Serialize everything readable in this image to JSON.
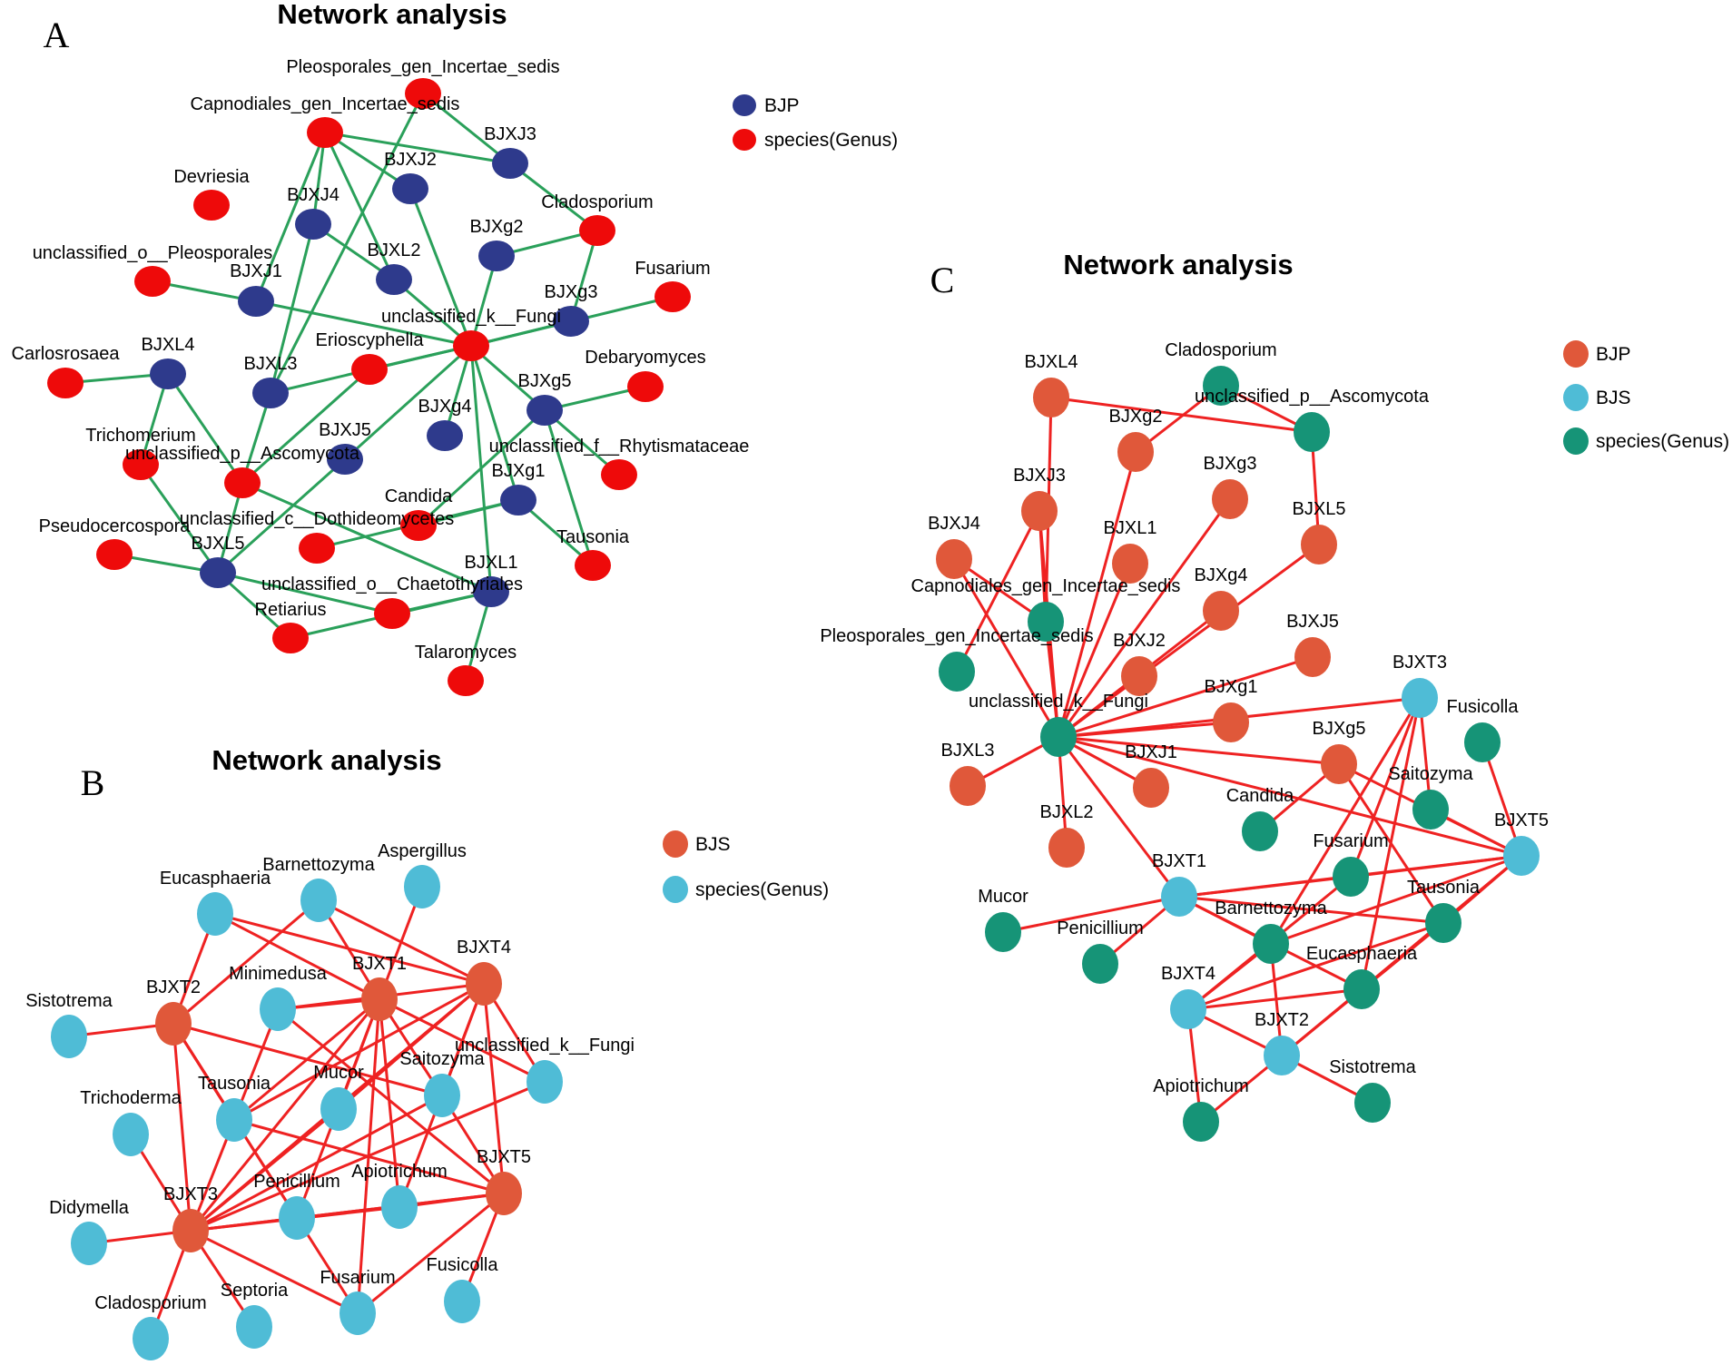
{
  "panels": [
    {
      "id": "A",
      "letter": "A",
      "title": "Network analysis",
      "edge_color": "#2aa05a",
      "legend": [
        {
          "label": "BJP",
          "color": "#2e3a8c"
        },
        {
          "label": "species(Genus)",
          "color": "#ee0a0a"
        }
      ],
      "nodes": [
        {
          "id": "BJXJ3",
          "label": "BJXJ3",
          "group": 0
        },
        {
          "id": "BJXJ2",
          "label": "BJXJ2",
          "group": 0
        },
        {
          "id": "BJXJ4",
          "label": "BJXJ4",
          "group": 0
        },
        {
          "id": "BJXg2",
          "label": "BJXg2",
          "group": 0
        },
        {
          "id": "BJXL2",
          "label": "BJXL2",
          "group": 0
        },
        {
          "id": "BJXJ1",
          "label": "BJXJ1",
          "group": 0
        },
        {
          "id": "BJXg3",
          "label": "BJXg3",
          "group": 0
        },
        {
          "id": "BJXL4",
          "label": "BJXL4",
          "group": 0
        },
        {
          "id": "BJXL3",
          "label": "BJXL3",
          "group": 0
        },
        {
          "id": "BJXJ5",
          "label": "BJXJ5",
          "group": 0
        },
        {
          "id": "BJXg4",
          "label": "BJXg4",
          "group": 0
        },
        {
          "id": "BJXg5",
          "label": "BJXg5",
          "group": 0
        },
        {
          "id": "BJXg1",
          "label": "BJXg1",
          "group": 0
        },
        {
          "id": "BJXL5",
          "label": "BJXL5",
          "group": 0
        },
        {
          "id": "BJXL1",
          "label": "BJXL1",
          "group": 0
        },
        {
          "id": "Pleo",
          "label": "Pleosporales_gen_Incertae_sedis",
          "group": 1
        },
        {
          "id": "Capn",
          "label": "Capnodiales_gen_Incertae_sedis",
          "group": 1
        },
        {
          "id": "Devr",
          "label": "Devriesia",
          "group": 1
        },
        {
          "id": "uoPleo",
          "label": "unclassified_o__Pleosporales",
          "group": 1
        },
        {
          "id": "Clad",
          "label": "Cladosporium",
          "group": 1
        },
        {
          "id": "Fusa",
          "label": "Fusarium",
          "group": 1
        },
        {
          "id": "ukF",
          "label": "unclassified_k__Fungi",
          "group": 1
        },
        {
          "id": "Carl",
          "label": "Carlosrosaea",
          "group": 1
        },
        {
          "id": "Erio",
          "label": "Erioscyphella",
          "group": 1
        },
        {
          "id": "Deba",
          "label": "Debaryomyces",
          "group": 1
        },
        {
          "id": "Tric",
          "label": "Trichomerium",
          "group": 1
        },
        {
          "id": "upA",
          "label": "unclassified_p__Ascomycota",
          "group": 1
        },
        {
          "id": "ufR",
          "label": "unclassified_f__Rhytismataceae",
          "group": 1
        },
        {
          "id": "Cand",
          "label": "Candida",
          "group": 1
        },
        {
          "id": "ucD",
          "label": "unclassified_c__Dothideomycetes",
          "group": 1
        },
        {
          "id": "Taus",
          "label": "Tausonia",
          "group": 1
        },
        {
          "id": "Pseu",
          "label": "Pseudocercospora",
          "group": 1
        },
        {
          "id": "uoC",
          "label": "unclassified_o__Chaetothyriales",
          "group": 1
        },
        {
          "id": "Reti",
          "label": "Retiarius",
          "group": 1
        },
        {
          "id": "Tala",
          "label": "Talaromyces",
          "group": 1
        }
      ],
      "edges": [
        [
          "Capn",
          "BJXJ3"
        ],
        [
          "Capn",
          "BJXJ2"
        ],
        [
          "Capn",
          "BJXJ4"
        ],
        [
          "Capn",
          "BJXL2"
        ],
        [
          "Capn",
          "BJXJ1"
        ],
        [
          "Pleo",
          "BJXJ3"
        ],
        [
          "Pleo",
          "BJXL3"
        ],
        [
          "BJXJ3",
          "Clad"
        ],
        [
          "Clad",
          "BJXg3"
        ],
        [
          "Clad",
          "BJXg2"
        ],
        [
          "BJXJ4",
          "BJXL2"
        ],
        [
          "BJXJ4",
          "BJXL3"
        ],
        [
          "ukF",
          "BJXJ2"
        ],
        [
          "ukF",
          "BJXg2"
        ],
        [
          "ukF",
          "BJXL2"
        ],
        [
          "ukF",
          "BJXJ1"
        ],
        [
          "ukF",
          "BJXg3"
        ],
        [
          "ukF",
          "Fusa"
        ],
        [
          "ukF",
          "BJXL3"
        ],
        [
          "ukF",
          "BJXJ5"
        ],
        [
          "ukF",
          "BJXg5"
        ],
        [
          "ukF",
          "BJXg4"
        ],
        [
          "ukF",
          "BJXg1"
        ],
        [
          "ukF",
          "BJXL1"
        ],
        [
          "ukF",
          "Erio"
        ],
        [
          "uoPleo",
          "BJXJ1"
        ],
        [
          "Carl",
          "BJXL4"
        ],
        [
          "BJXL4",
          "Tric"
        ],
        [
          "BJXL4",
          "upA"
        ],
        [
          "Erio",
          "upA"
        ],
        [
          "BJXJ5",
          "BJXL5"
        ],
        [
          "upA",
          "BJXL5"
        ],
        [
          "upA",
          "BJXL1"
        ],
        [
          "BJXg5",
          "Deba"
        ],
        [
          "BJXg5",
          "ufR"
        ],
        [
          "BJXg5",
          "Taus"
        ],
        [
          "BJXg5",
          "Cand"
        ],
        [
          "BJXg1",
          "Cand"
        ],
        [
          "BJXg1",
          "Taus"
        ],
        [
          "BJXg1",
          "ucD"
        ],
        [
          "Tric",
          "BJXL5"
        ],
        [
          "Pseu",
          "BJXL5"
        ],
        [
          "BJXL5",
          "uoC"
        ],
        [
          "BJXL5",
          "Reti"
        ],
        [
          "BJXL1",
          "uoC"
        ],
        [
          "BJXL1",
          "Tala"
        ],
        [
          "Reti",
          "BJXL1"
        ],
        [
          "BJXL3",
          "upA"
        ]
      ]
    },
    {
      "id": "B",
      "letter": "B",
      "title": "Network analysis",
      "edge_color": "#ee2222",
      "legend": [
        {
          "label": "BJS",
          "color": "#e0583a"
        },
        {
          "label": "species(Genus)",
          "color": "#4fbcd6"
        }
      ],
      "nodes": [
        {
          "id": "BJXT1",
          "label": "BJXT1",
          "group": 0
        },
        {
          "id": "BJXT4",
          "label": "BJXT4",
          "group": 0
        },
        {
          "id": "BJXT2",
          "label": "BJXT2",
          "group": 0
        },
        {
          "id": "BJXT3",
          "label": "BJXT3",
          "group": 0
        },
        {
          "id": "BJXT5",
          "label": "BJXT5",
          "group": 0
        },
        {
          "id": "Euca",
          "label": "Eucasphaeria",
          "group": 1
        },
        {
          "id": "Barn",
          "label": "Barnettozyma",
          "group": 1
        },
        {
          "id": "Aspe",
          "label": "Aspergillus",
          "group": 1
        },
        {
          "id": "Sist",
          "label": "Sistotrema",
          "group": 1
        },
        {
          "id": "Mini",
          "label": "Minimedusa",
          "group": 1
        },
        {
          "id": "ukF",
          "label": "unclassified_k__Fungi",
          "group": 1
        },
        {
          "id": "Tric",
          "label": "Trichoderma",
          "group": 1
        },
        {
          "id": "Taus",
          "label": "Tausonia",
          "group": 1
        },
        {
          "id": "Muco",
          "label": "Mucor",
          "group": 1
        },
        {
          "id": "Sait",
          "label": "Saitozyma",
          "group": 1
        },
        {
          "id": "Didy",
          "label": "Didymella",
          "group": 1
        },
        {
          "id": "Peni",
          "label": "Penicillium",
          "group": 1
        },
        {
          "id": "Apio",
          "label": "Apiotrichum",
          "group": 1
        },
        {
          "id": "Clad",
          "label": "Cladosporium",
          "group": 1
        },
        {
          "id": "Sept",
          "label": "Septoria",
          "group": 1
        },
        {
          "id": "Fusa",
          "label": "Fusarium",
          "group": 1
        },
        {
          "id": "Fusi",
          "label": "Fusicolla",
          "group": 1
        }
      ],
      "edges": [
        [
          "BJXT1",
          "Euca"
        ],
        [
          "BJXT1",
          "Barn"
        ],
        [
          "BJXT1",
          "Aspe"
        ],
        [
          "BJXT1",
          "Mini"
        ],
        [
          "BJXT1",
          "Taus"
        ],
        [
          "BJXT1",
          "Muco"
        ],
        [
          "BJXT1",
          "Sait"
        ],
        [
          "BJXT1",
          "Peni"
        ],
        [
          "BJXT1",
          "Apio"
        ],
        [
          "BJXT1",
          "Fusa"
        ],
        [
          "BJXT1",
          "ukF"
        ],
        [
          "BJXT1",
          "BJXT3"
        ],
        [
          "BJXT4",
          "Barn"
        ],
        [
          "BJXT4",
          "Euca"
        ],
        [
          "BJXT4",
          "Mini"
        ],
        [
          "BJXT4",
          "Taus"
        ],
        [
          "BJXT4",
          "Muco"
        ],
        [
          "BJXT4",
          "Sait"
        ],
        [
          "BJXT4",
          "Apio"
        ],
        [
          "BJXT4",
          "ukF"
        ],
        [
          "BJXT4",
          "BJXT3"
        ],
        [
          "BJXT4",
          "BJXT5"
        ],
        [
          "BJXT2",
          "Sist"
        ],
        [
          "BJXT2",
          "Euca"
        ],
        [
          "BJXT2",
          "Barn"
        ],
        [
          "BJXT2",
          "Taus"
        ],
        [
          "BJXT2",
          "Peni"
        ],
        [
          "BJXT2",
          "BJXT3"
        ],
        [
          "BJXT2",
          "Sait"
        ],
        [
          "BJXT2",
          "Fusa"
        ],
        [
          "BJXT3",
          "Tric"
        ],
        [
          "BJXT3",
          "Didy"
        ],
        [
          "BJXT3",
          "Clad"
        ],
        [
          "BJXT3",
          "Sept"
        ],
        [
          "BJXT3",
          "Peni"
        ],
        [
          "BJXT3",
          "Apio"
        ],
        [
          "BJXT3",
          "Mini"
        ],
        [
          "BJXT3",
          "Muco"
        ],
        [
          "BJXT3",
          "Sait"
        ],
        [
          "BJXT3",
          "ukF"
        ],
        [
          "BJXT3",
          "Fusa"
        ],
        [
          "BJXT3",
          "BJXT5"
        ],
        [
          "BJXT5",
          "Taus"
        ],
        [
          "BJXT5",
          "Sait"
        ],
        [
          "BJXT5",
          "Peni"
        ],
        [
          "BJXT5",
          "Apio"
        ],
        [
          "BJXT5",
          "Fusa"
        ],
        [
          "BJXT5",
          "Fusi"
        ],
        [
          "BJXT5",
          "Mini"
        ]
      ]
    },
    {
      "id": "C",
      "letter": "C",
      "title": "Network analysis",
      "edge_color": "#ee2222",
      "legend": [
        {
          "label": "BJP",
          "color": "#e0583a"
        },
        {
          "label": "BJS",
          "color": "#4fbcd6"
        },
        {
          "label": "species(Genus)",
          "color": "#169477"
        }
      ],
      "nodes": [
        {
          "id": "BJXL4",
          "label": "BJXL4",
          "group": 0
        },
        {
          "id": "BJXg2",
          "label": "BJXg2",
          "group": 0
        },
        {
          "id": "BJXJ3",
          "label": "BJXJ3",
          "group": 0
        },
        {
          "id": "BJXg3",
          "label": "BJXg3",
          "group": 0
        },
        {
          "id": "BJXJ4",
          "label": "BJXJ4",
          "group": 0
        },
        {
          "id": "BJXL1",
          "label": "BJXL1",
          "group": 0
        },
        {
          "id": "BJXL5",
          "label": "BJXL5",
          "group": 0
        },
        {
          "id": "BJXg4",
          "label": "BJXg4",
          "group": 0
        },
        {
          "id": "BJXJ5",
          "label": "BJXJ5",
          "group": 0
        },
        {
          "id": "BJXJ2",
          "label": "BJXJ2",
          "group": 0
        },
        {
          "id": "BJXg1",
          "label": "BJXg1",
          "group": 0
        },
        {
          "id": "BJXg5",
          "label": "BJXg5",
          "group": 0
        },
        {
          "id": "BJXL3",
          "label": "BJXL3",
          "group": 0
        },
        {
          "id": "BJXJ1",
          "label": "BJXJ1",
          "group": 0
        },
        {
          "id": "BJXL2",
          "label": "BJXL2",
          "group": 0
        },
        {
          "id": "BJXT3",
          "label": "BJXT3",
          "group": 1
        },
        {
          "id": "BJXT5",
          "label": "BJXT5",
          "group": 1
        },
        {
          "id": "BJXT1",
          "label": "BJXT1",
          "group": 1
        },
        {
          "id": "BJXT4",
          "label": "BJXT4",
          "group": 1
        },
        {
          "id": "BJXT2",
          "label": "BJXT2",
          "group": 1
        },
        {
          "id": "Clad",
          "label": "Cladosporium",
          "group": 2
        },
        {
          "id": "upA",
          "label": "unclassified_p__Ascomycota",
          "group": 2
        },
        {
          "id": "Capn",
          "label": "Capnodiales_gen_Incertae_sedis",
          "group": 2
        },
        {
          "id": "Pleo",
          "label": "Pleosporales_gen_Incertae_sedis",
          "group": 2
        },
        {
          "id": "ukF",
          "label": "unclassified_k__Fungi",
          "group": 2
        },
        {
          "id": "Fusi",
          "label": "Fusicolla",
          "group": 2
        },
        {
          "id": "Sait",
          "label": "Saitozyma",
          "group": 2
        },
        {
          "id": "Cand",
          "label": "Candida",
          "group": 2
        },
        {
          "id": "Fusa",
          "label": "Fusarium",
          "group": 2
        },
        {
          "id": "Taus",
          "label": "Tausonia",
          "group": 2
        },
        {
          "id": "Muco",
          "label": "Mucor",
          "group": 2
        },
        {
          "id": "Barn",
          "label": "Barnettozyma",
          "group": 2
        },
        {
          "id": "Peni",
          "label": "Penicillium",
          "group": 2
        },
        {
          "id": "Euca",
          "label": "Eucasphaeria",
          "group": 2
        },
        {
          "id": "Sist",
          "label": "Sistotrema",
          "group": 2
        },
        {
          "id": "Apio",
          "label": "Apiotrichum",
          "group": 2
        }
      ],
      "edges": [
        [
          "BJXL4",
          "Capn"
        ],
        [
          "BJXL4",
          "upA"
        ],
        [
          "Clad",
          "BJXg2"
        ],
        [
          "Clad",
          "upA"
        ],
        [
          "upA",
          "BJXL5"
        ],
        [
          "BJXL5",
          "ukF"
        ],
        [
          "BJXJ3",
          "Capn"
        ],
        [
          "BJXJ3",
          "Pleo"
        ],
        [
          "BJXJ3",
          "ukF"
        ],
        [
          "BJXJ4",
          "Capn"
        ],
        [
          "BJXJ4",
          "ukF"
        ],
        [
          "ukF",
          "BJXg2"
        ],
        [
          "ukF",
          "BJXg3"
        ],
        [
          "ukF",
          "BJXL1"
        ],
        [
          "ukF",
          "BJXg4"
        ],
        [
          "ukF",
          "BJXJ2"
        ],
        [
          "ukF",
          "BJXJ5"
        ],
        [
          "ukF",
          "BJXg1"
        ],
        [
          "ukF",
          "BJXg5"
        ],
        [
          "ukF",
          "BJXL3"
        ],
        [
          "ukF",
          "BJXJ1"
        ],
        [
          "ukF",
          "BJXL2"
        ],
        [
          "ukF",
          "BJXT3"
        ],
        [
          "ukF",
          "BJXT5"
        ],
        [
          "ukF",
          "BJXT1"
        ],
        [
          "ukF",
          "Capn"
        ],
        [
          "BJXT3",
          "Sait"
        ],
        [
          "BJXT3",
          "Fusa"
        ],
        [
          "BJXT3",
          "Euca"
        ],
        [
          "BJXT3",
          "Barn"
        ],
        [
          "BJXT5",
          "Fusi"
        ],
        [
          "BJXT5",
          "Sait"
        ],
        [
          "BJXT5",
          "Taus"
        ],
        [
          "BJXT5",
          "Fusa"
        ],
        [
          "BJXT5",
          "Barn"
        ],
        [
          "BJXT5",
          "Euca"
        ],
        [
          "BJXT5",
          "BJXg5"
        ],
        [
          "BJXT5",
          "BJXT1"
        ],
        [
          "BJXg5",
          "Cand"
        ],
        [
          "BJXg5",
          "Taus"
        ],
        [
          "BJXT1",
          "Muco"
        ],
        [
          "BJXT1",
          "Peni"
        ],
        [
          "BJXT1",
          "Fusa"
        ],
        [
          "BJXT1",
          "Barn"
        ],
        [
          "BJXT1",
          "Taus"
        ],
        [
          "BJXT1",
          "Euca"
        ],
        [
          "BJXT4",
          "Barn"
        ],
        [
          "BJXT4",
          "Euca"
        ],
        [
          "BJXT4",
          "Taus"
        ],
        [
          "BJXT4",
          "Fusa"
        ],
        [
          "BJXT4",
          "Apio"
        ],
        [
          "BJXT4",
          "BJXT2"
        ],
        [
          "BJXT2",
          "Barn"
        ],
        [
          "BJXT2",
          "Euca"
        ],
        [
          "BJXT2",
          "Apio"
        ],
        [
          "BJXT2",
          "Sist"
        ],
        [
          "BJXT2",
          "Taus"
        ]
      ]
    }
  ]
}
